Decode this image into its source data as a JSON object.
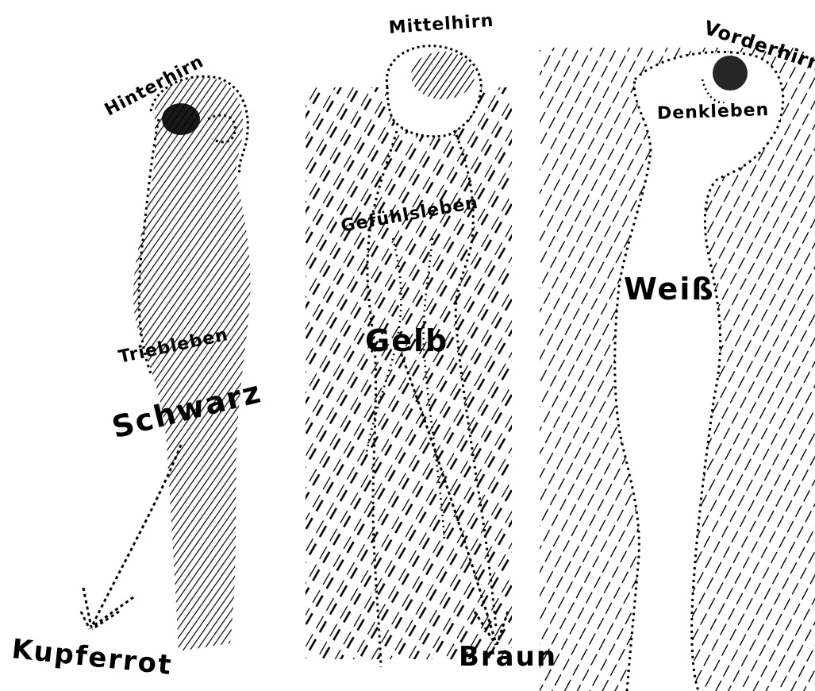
{
  "figures": [
    {
      "brain_label": "Hinterhirn",
      "life_label": "Triebleben",
      "color_label": "Schwarz",
      "arrow_label": "Kupferrot"
    },
    {
      "brain_label": "Mittelhirn",
      "life_label": "Gefühlsleben",
      "color_label": "Gelb",
      "arrow_label": "Braun"
    },
    {
      "brain_label": "Vorderhirn",
      "life_label": "Denkleben",
      "color_label": "Weiß"
    }
  ],
  "colors": {
    "ink": "#000000",
    "paper": "#ffffff"
  }
}
